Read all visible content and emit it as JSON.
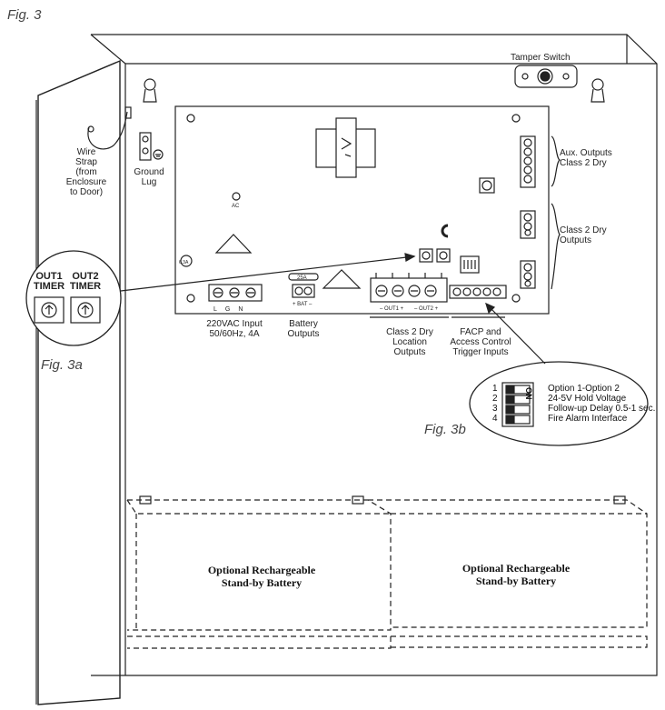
{
  "figure_titles": {
    "fig3": "Fig. 3",
    "fig3a": "Fig. 3a",
    "fig3b": "Fig. 3b"
  },
  "labels": {
    "tamper_switch": "Tamper Switch",
    "wire_strap": [
      "Wire",
      "Strap",
      "(from",
      "Enclosure",
      "to Door)"
    ],
    "ground_lug": [
      "Ground",
      "Lug"
    ],
    "aux_outputs": [
      "Aux. Outputs",
      "Class 2 Dry"
    ],
    "class2_dry_outputs": [
      "Class 2 Dry",
      "Outputs"
    ],
    "ac_input": [
      "220VAC Input",
      "50/60Hz, 4A"
    ],
    "battery_outputs": [
      "Battery",
      "Outputs"
    ],
    "location_outputs": [
      "Class 2 Dry",
      "Location",
      "Outputs"
    ],
    "facp_inputs": [
      "FACP and",
      "Access Control",
      "Trigger Inputs"
    ]
  },
  "timers_detail": {
    "out1": [
      "OUT1",
      "TIMER"
    ],
    "out2": [
      "OUT2",
      "TIMER"
    ]
  },
  "dip_switches": {
    "on_label": "ON",
    "items": [
      {
        "num": "1",
        "text": "Option 1-Option 2"
      },
      {
        "num": "2",
        "text": "24-5V Hold Voltage"
      },
      {
        "num": "3",
        "text": "Follow-up Delay 0.5-1 sec."
      },
      {
        "num": "4",
        "text": "Fire Alarm Interface"
      }
    ]
  },
  "board_marks": {
    "terminal_lgn": [
      "L",
      "G",
      "N"
    ],
    "bat_mark": "+ BAT –",
    "fuse_bat": "25A",
    "out1_mark": "– OUT1 +",
    "out2_mark": "– OUT2 +",
    "ac_mark": "AC",
    "fuse_small": "6.3A"
  },
  "battery": {
    "left": [
      "Optional Rechargeable",
      "Stand-by Battery"
    ],
    "right": [
      "Optional Rechargeable",
      "Stand-by Battery"
    ]
  }
}
